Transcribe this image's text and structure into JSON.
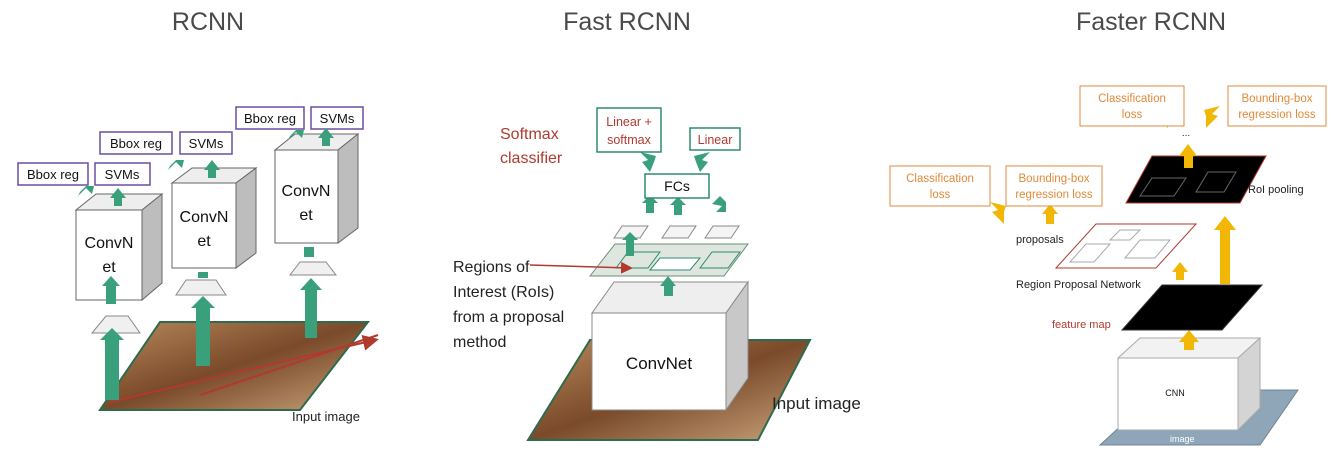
{
  "titles": {
    "rcnn": "RCNN",
    "fast": "Fast RCNN",
    "faster": "Faster RCNN"
  },
  "rcnn": {
    "bbox_reg": "Bbox reg",
    "svms": "SVMs",
    "convnet_line1": "ConvN",
    "convnet_line2": "et",
    "input_image": "Input image"
  },
  "fast": {
    "linear_softmax_line1": "Linear +",
    "linear_softmax_line2": "softmax",
    "linear": "Linear",
    "softmax_line1": "Softmax",
    "softmax_line2": "classifier",
    "fcs": "FCs",
    "roi_line1": "Regions of",
    "roi_line2": "Interest (RoIs)",
    "roi_line3": "from a proposal",
    "roi_line4": "method",
    "convnet": "ConvNet",
    "input_image": "Input image"
  },
  "faster": {
    "classification_line1": "Classification",
    "classification_line2": "loss",
    "bbox_line1": "Bounding-box",
    "bbox_line2": "regression loss",
    "ellipsis": "...",
    "roi_pooling": "RoI pooling",
    "proposals": "proposals",
    "rpn": "Region Proposal Network",
    "feature_map": "feature map",
    "cnn": "CNN",
    "image": "image"
  },
  "colors": {
    "purple": "#6b4fa3",
    "teal": "#2e8b6e",
    "green_arrow": "#3aa07c",
    "red": "#b03a2e",
    "orange": "#e08a3a",
    "yellow_arrow": "#f2b705",
    "title": "#4a4a4a"
  }
}
